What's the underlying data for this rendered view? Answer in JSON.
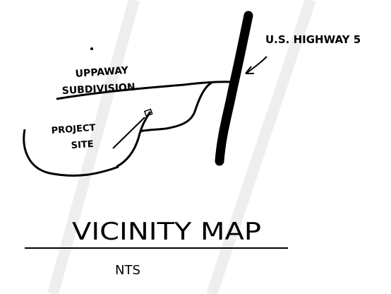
{
  "labels": {
    "highway": "U.S. HIGHWAY 5",
    "subdivision_line1": "UPPAWAY",
    "subdivision_line2": "SUBDIVISION",
    "project_line1": "PROJECT",
    "project_line2": "SITE",
    "title": "VICINITY MAP",
    "scale": "NTS"
  },
  "colors": {
    "ink": "#000000",
    "watermark": "#eeeeee",
    "background": "#ffffff"
  },
  "icons": {
    "leader_arrow": "arrow",
    "site_marker": "square"
  }
}
